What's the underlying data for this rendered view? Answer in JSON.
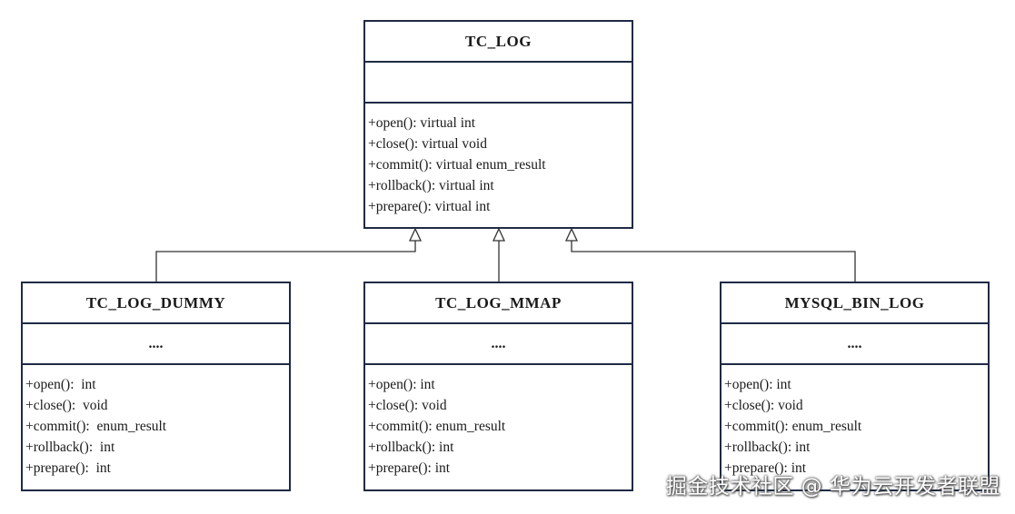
{
  "diagram": {
    "parent": {
      "name": "TC_LOG",
      "attributes": "",
      "methods": [
        "+open(): virtual int",
        "+close(): virtual void",
        "+commit(): virtual enum_result",
        "+rollback(): virtual int",
        "+prepare(): virtual int"
      ]
    },
    "children": [
      {
        "name": "TC_LOG_DUMMY",
        "attributes": "....",
        "methods": [
          "+open():  int",
          "+close():  void",
          "+commit():  enum_result",
          "+rollback():  int",
          "+prepare():  int"
        ]
      },
      {
        "name": "TC_LOG_MMAP",
        "attributes": "....",
        "methods": [
          "+open(): int",
          "+close(): void",
          "+commit(): enum_result",
          "+rollback(): int",
          "+prepare(): int"
        ]
      },
      {
        "name": "MYSQL_BIN_LOG",
        "attributes": "....",
        "methods": [
          "+open(): int",
          "+close(): void",
          "+commit(): enum_result",
          "+rollback(): int",
          "+prepare(): int"
        ]
      }
    ],
    "relationship": "generalization",
    "line_color": "#1f2a44"
  },
  "watermark": {
    "text": "掘金技术社区 @ 华为云开发者联盟"
  }
}
